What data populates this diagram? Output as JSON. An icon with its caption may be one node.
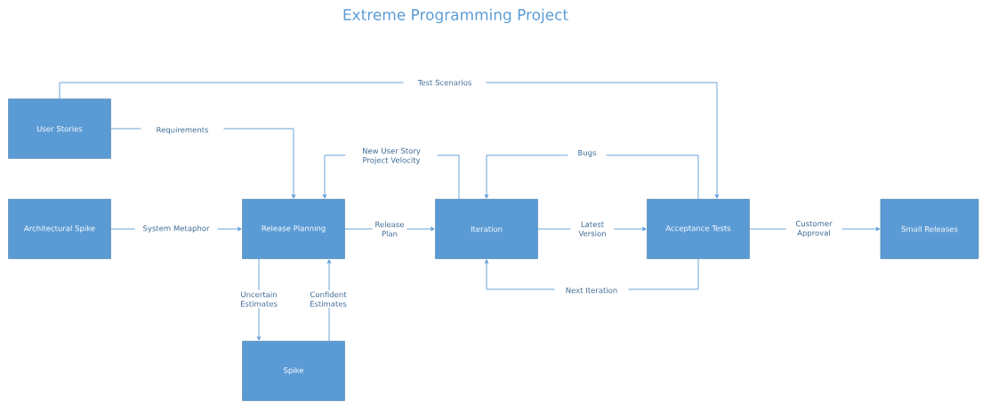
{
  "diagram": {
    "title": "Extreme Programming Project",
    "nodes": [
      {
        "text": [
          "User Stories"
        ]
      },
      {
        "text": [
          "Architectural Spike"
        ]
      },
      {
        "text": [
          "Release Planning"
        ]
      },
      {
        "text": [
          "Iteration"
        ]
      },
      {
        "text": [
          "Acceptance Tests"
        ]
      },
      {
        "text": [
          "Small Releases"
        ]
      },
      {
        "text": [
          "Spike"
        ]
      }
    ],
    "edges": [
      {
        "from": 0,
        "to": 4,
        "arrow": "to",
        "label": "Test Scenarios"
      },
      {
        "from": 0,
        "to": 2,
        "arrow": "to",
        "label": "Requirements"
      },
      {
        "from": 3,
        "to": 2,
        "arrow": "to",
        "label": "New User Story Project Velocity"
      },
      {
        "from": 1,
        "to": 2,
        "arrow": "to",
        "label": "System Metaphor"
      },
      {
        "from": 2,
        "to": 3,
        "arrow": "to",
        "label": "Release Plan"
      },
      {
        "from": 3,
        "to": 4,
        "arrow": "to",
        "label": "Latest Version"
      },
      {
        "from": 4,
        "to": 3,
        "arrow": "to",
        "label": "Bugs"
      },
      {
        "from": 4,
        "to": 5,
        "arrow": "to",
        "label": "Customer Approval"
      },
      {
        "from": 4,
        "to": 3,
        "arrow": "to",
        "label": "Next Iteration"
      },
      {
        "from": 2,
        "to": 6,
        "arrow": "to",
        "label": "Uncertain Estimates"
      },
      {
        "from": 6,
        "to": 2,
        "arrow": "to",
        "label": "Confident Estimates"
      }
    ]
  }
}
